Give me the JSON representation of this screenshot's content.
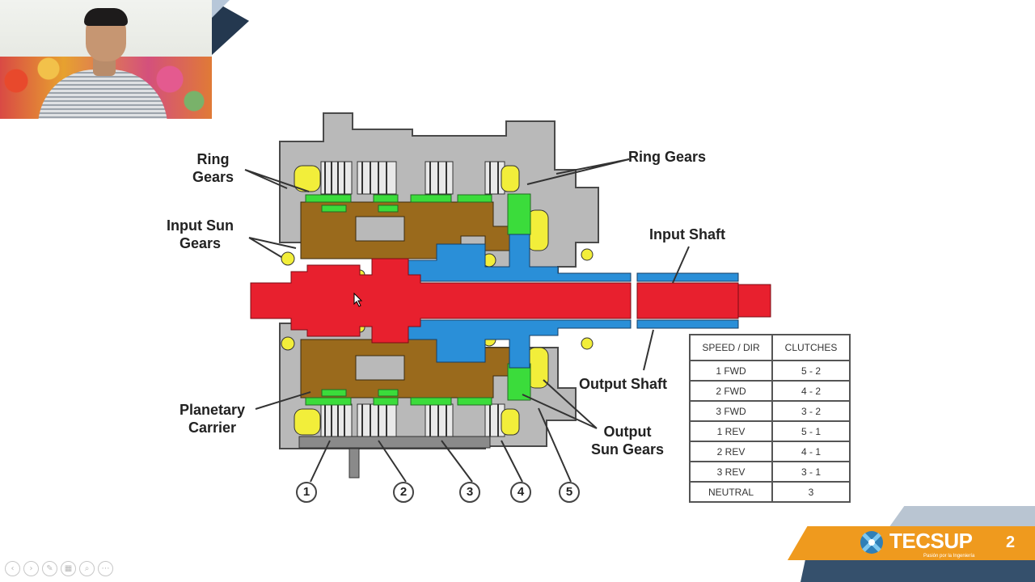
{
  "diagram": {
    "labels": {
      "ring_gears_left": "Ring\nGears",
      "ring_gears_right": "Ring Gears",
      "input_sun_gears": "Input Sun\nGears",
      "input_shaft": "Input Shaft",
      "output_shaft": "Output Shaft",
      "planetary_carrier": "Planetary\nCarrier",
      "output_sun_gears": "Output\nSun Gears"
    },
    "callouts": [
      "1",
      "2",
      "3",
      "4",
      "5"
    ]
  },
  "clutch_table": {
    "headers": [
      "SPEED / DIR",
      "CLUTCHES"
    ],
    "rows": [
      [
        "1 FWD",
        "5 - 2"
      ],
      [
        "2 FWD",
        "4 - 2"
      ],
      [
        "3 FWD",
        "3 - 2"
      ],
      [
        "1 REV",
        "5 - 1"
      ],
      [
        "2 REV",
        "4 - 1"
      ],
      [
        "3 REV",
        "3 - 1"
      ],
      [
        "NEUTRAL",
        "3"
      ]
    ]
  },
  "branding": {
    "logo_text": "TECSUP",
    "logo_tagline": "Pasión por la Ingeniería",
    "slide_number": "2"
  },
  "player_controls": [
    {
      "name": "previous-icon",
      "glyph": "‹"
    },
    {
      "name": "next-icon",
      "glyph": "›"
    },
    {
      "name": "pen-icon",
      "glyph": "✎"
    },
    {
      "name": "slides-grid-icon",
      "glyph": "▦"
    },
    {
      "name": "zoom-icon",
      "glyph": "⌕"
    },
    {
      "name": "more-icon",
      "glyph": "⋯"
    }
  ],
  "colors": {
    "input_shaft": "#e8202e",
    "output_shaft": "#2a8fd8",
    "carrier": "#9a6a1c",
    "sun_gears": "#3bdc3b",
    "clutch_pistons": "#f2ee3a",
    "housing": "#b9b9b9",
    "brand_orange": "#ef9a1e",
    "brand_navy": "#35506c"
  }
}
